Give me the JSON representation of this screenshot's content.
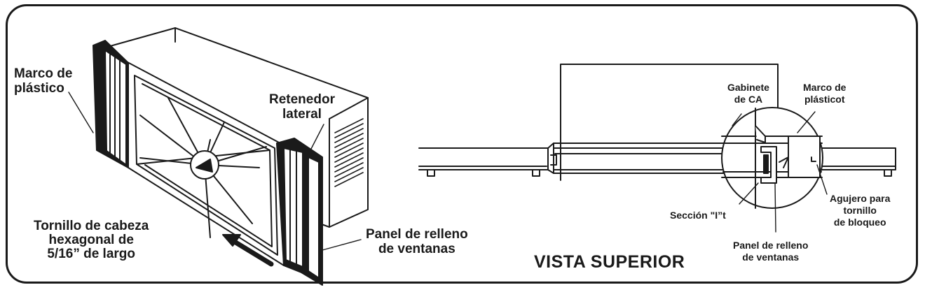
{
  "left_diagram": {
    "label_marco_de_plastico": [
      "Marco de",
      "plástico"
    ],
    "label_retenedor_lateral": [
      "Retenedor",
      "lateral"
    ],
    "label_tornillo": [
      "Tornillo de cabeza",
      "hexagonal de",
      "5/16” de largo"
    ],
    "label_panel_relleno": [
      "Panel de relleno",
      "de ventanas"
    ]
  },
  "right_diagram": {
    "title": "VISTA SUPERIOR",
    "label_gabinete": [
      "Gabinete",
      "de CA"
    ],
    "label_marco_plasticot": [
      "Marco de",
      "plásticot"
    ],
    "label_agujero": [
      "Agujero para",
      "tornillo",
      "de bloqueo"
    ],
    "label_seccion": "Sección \"I”t",
    "label_panel_relleno": [
      "Panel de relleno",
      "de ventanas"
    ]
  },
  "colors": {
    "ink": "#1a1a1a",
    "background": "#ffffff"
  }
}
